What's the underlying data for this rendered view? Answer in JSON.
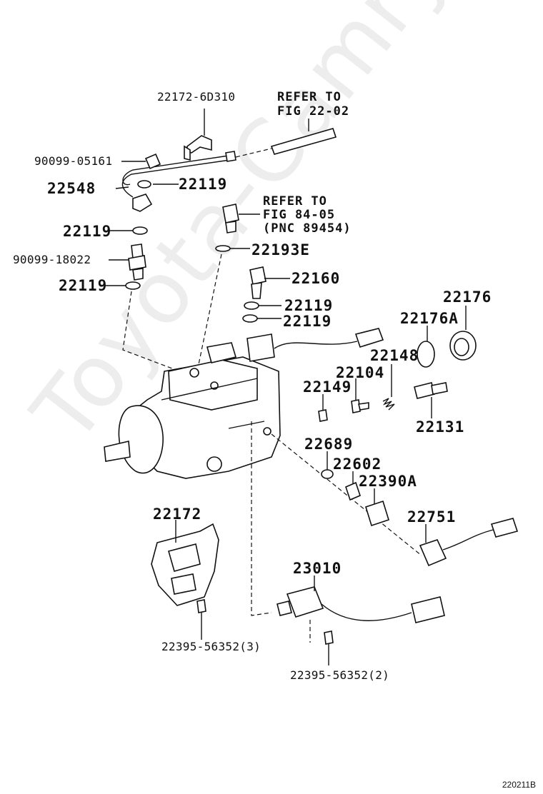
{
  "watermark": "Toyota-Camry.ru",
  "figure_code": "220211B",
  "references": {
    "fig_22_02": {
      "line1": "REFER TO",
      "line2": "FIG 22-02"
    },
    "fig_84_05": {
      "line1": "REFER TO",
      "line2": "FIG 84-05",
      "line3": "(PNC 89454)"
    }
  },
  "parts": {
    "p22172_6D310": "22172-6D310",
    "p90099_05161": "90099-05161",
    "p22548": "22548",
    "p22119_a": "22119",
    "p22119_b": "22119",
    "p90099_18022": "90099-18022",
    "p22119_c": "22119",
    "p22193E": "22193E",
    "p22160": "22160",
    "p22119_d": "22119",
    "p22119_e": "22119",
    "p22176": "22176",
    "p22176A": "22176A",
    "p22148": "22148",
    "p22104": "22104",
    "p22149": "22149",
    "p22131": "22131",
    "p22689": "22689",
    "p22602": "22602",
    "p22390A": "22390A",
    "p22751": "22751",
    "p22172": "22172",
    "p23010": "23010",
    "p22395_3": "22395-56352(3)",
    "p22395_2": "22395-56352(2)"
  }
}
